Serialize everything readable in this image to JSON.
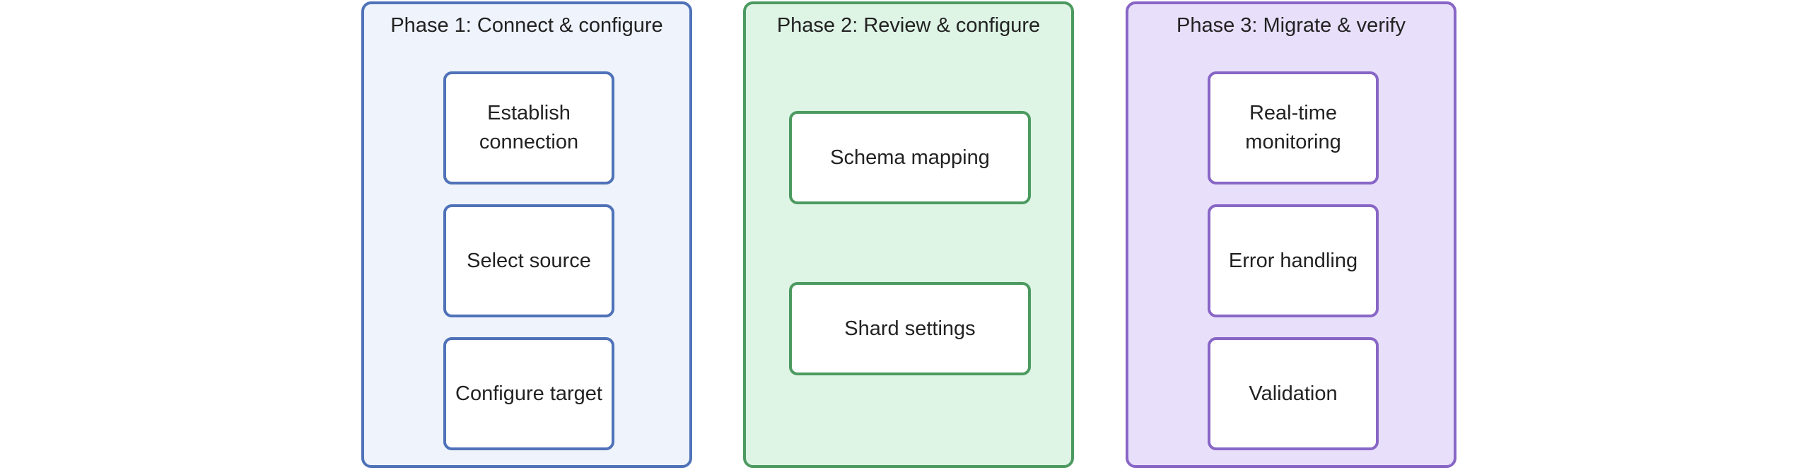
{
  "colors": {
    "phase1": {
      "border": "#4f72b8",
      "fill": "#eef3fc"
    },
    "phase2": {
      "border": "#4c9a60",
      "fill": "#def4e5"
    },
    "phase3": {
      "border": "#8866c6",
      "fill": "#e8e0fb"
    }
  },
  "phases": [
    {
      "title": "Phase 1: Connect & configure",
      "steps": [
        "Establish connection",
        "Select source",
        "Configure target"
      ]
    },
    {
      "title": "Phase 2: Review & configure",
      "steps": [
        "Schema mapping",
        "Shard settings"
      ]
    },
    {
      "title": "Phase 3: Migrate & verify",
      "steps": [
        "Real-time monitoring",
        "Error handling",
        "Validation"
      ]
    }
  ]
}
